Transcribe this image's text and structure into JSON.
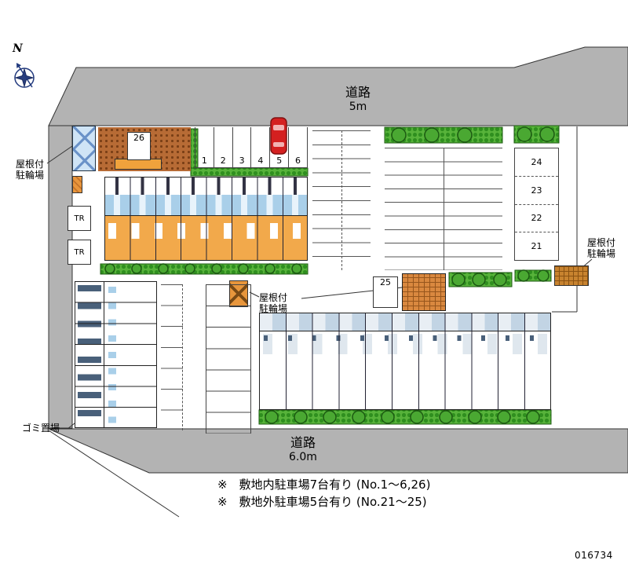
{
  "meta": {
    "plan_id": "016734",
    "compass": "N"
  },
  "roads": {
    "top": {
      "name": "道路",
      "size": "5m"
    },
    "bottom": {
      "name": "道路",
      "size": "6.0m"
    }
  },
  "labels": {
    "bike": {
      "line1": "屋根付",
      "line2": "駐輪場"
    },
    "garbage": "ゴミ置場",
    "tr": "TR"
  },
  "parking": {
    "front_spaces": [
      "1",
      "2",
      "3",
      "4",
      "5",
      "6"
    ],
    "space26": "26",
    "space25": "25",
    "right_spaces": [
      "24",
      "23",
      "22",
      "21"
    ]
  },
  "notes": {
    "line1": "※　敷地内駐車場7台有り (No.1～6,26)",
    "line2": "※　敷地外駐車場5台有り (No.21～25)"
  }
}
